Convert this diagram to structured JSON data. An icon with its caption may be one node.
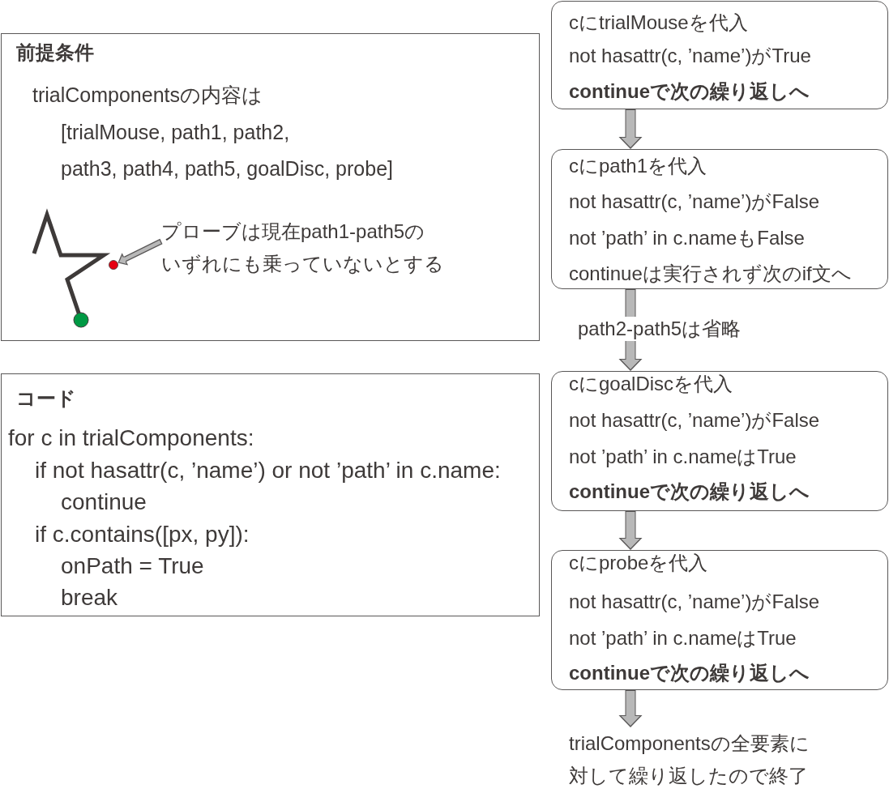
{
  "diagram": {
    "nodes": [
      {
        "text": [
          "前提条件",
          "trialComponentsの内容は",
          "[trialMouse, path1, path2, path3, path4, path5, goalDisc, probe]"
        ]
      },
      {
        "text": [
          "プローブは現在path1-path5のいずれにも乗っていないとする"
        ],
        "in": 0
      },
      {
        "text": [],
        "shape": "circle",
        "in": 0
      },
      {
        "text": [
          "コード",
          "for c in trialComponents:",
          "if not hasattr(c, ’name’) or not ’path’ in c.name:",
          "continue",
          "if c.contains([px, py]):",
          "onPath = True",
          "break"
        ]
      },
      {
        "text": [
          "cにtrialMouseを代入",
          "not hasattr(c, ’name’)がTrue",
          "continueで次の繰り返しへ"
        ]
      },
      {
        "text": [
          "cにpath1を代入",
          "not hasattr(c, ’name’)がFalse",
          "not ’path’ in c.nameもFalse",
          "continueは実行されず次のif文へ"
        ]
      },
      {
        "text": [
          "cにgoalDiscを代入",
          "not hasattr(c, ’name’)がFalse",
          "not ’path’ in c.nameはTrue",
          "continueで次の繰り返しへ"
        ]
      },
      {
        "text": [
          "cにprobeを代入",
          "not hasattr(c, ’name’)がFalse",
          "not ’path’ in c.nameはTrue",
          "continueで次の繰り返しへ"
        ]
      },
      {
        "text": [
          "trialComponentsの全要素に対して繰り返したので終了"
        ]
      }
    ],
    "edges": [
      {
        "from": 1,
        "to": 2,
        "arrow": "to"
      },
      {
        "from": 4,
        "to": 5,
        "arrow": "to"
      },
      {
        "from": 5,
        "to": 6,
        "arrow": "to",
        "label": "path2-path5は省略"
      },
      {
        "from": 6,
        "to": 7,
        "arrow": "to"
      },
      {
        "from": 7,
        "to": 8,
        "arrow": "to"
      }
    ]
  }
}
